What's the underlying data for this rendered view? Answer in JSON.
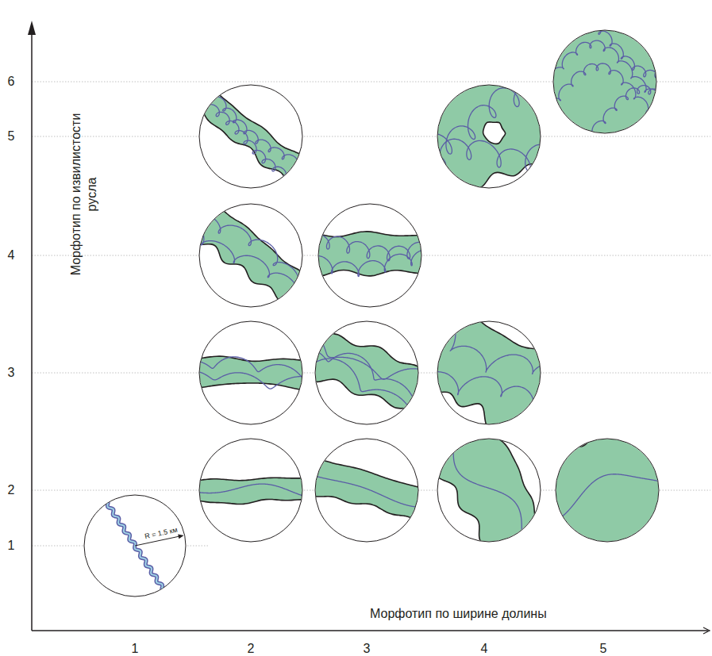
{
  "diagram": {
    "nodes": [
      {
        "text": [
          "R = 1.5 км"
        ]
      }
    ],
    "labels": [
      "6",
      "5",
      "4",
      "3",
      "2",
      "1",
      "Морфотип по извилистости русла",
      "Морфотип по ширине долины",
      "1",
      "2",
      "3",
      "4",
      "5"
    ]
  }
}
